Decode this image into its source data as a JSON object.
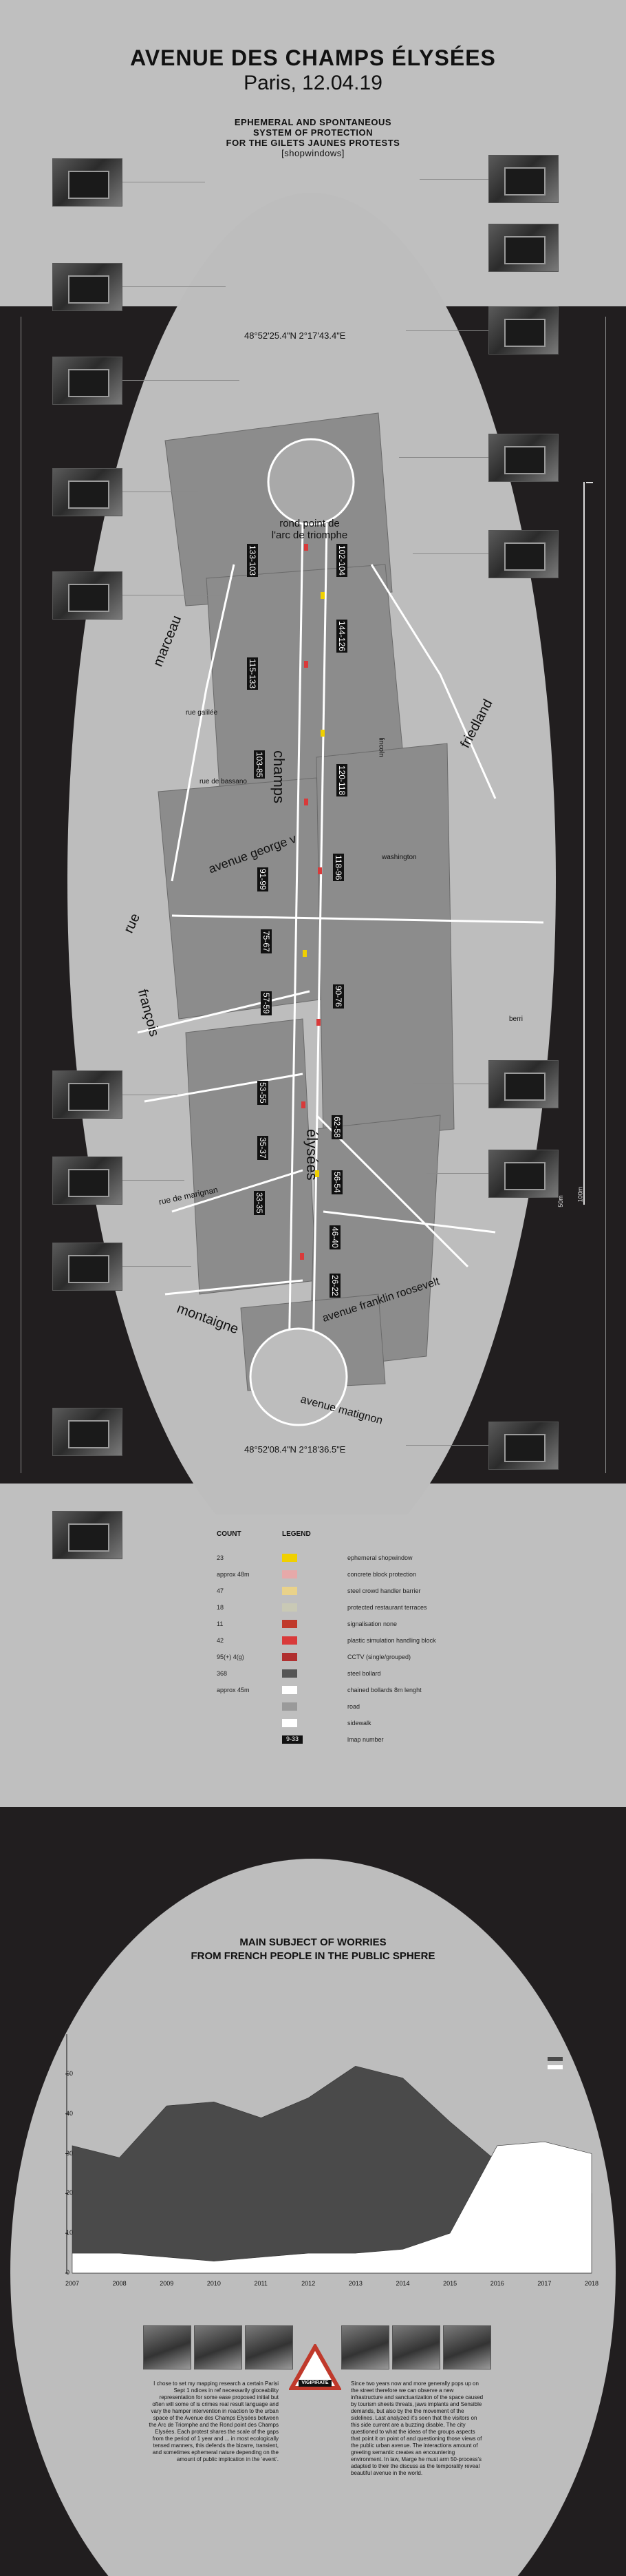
{
  "header": {
    "title": "AVENUE DES CHAMPS ÉLYSÉES",
    "subtitle": "Paris, 12.04.19",
    "lines": [
      "EPHEMERAL AND SPONTANEOUS",
      "SYSTEM OF PROTECTION",
      "FOR THE GILETS JAUNES PROTESTS",
      "[shopwindows]"
    ]
  },
  "map": {
    "coord_top": "48°52'25.4\"N 2°17'43.4\"E",
    "coord_bottom": "48°52'08.4\"N 2°18'36.5\"E",
    "roundabout_top": [
      "rond point de",
      "l'arc de triomphe"
    ],
    "avenue_labels": [
      "champs",
      "élysées"
    ],
    "side_streets": [
      "marceau",
      "friedland",
      "avenue george v",
      "rue",
      "françois",
      "rue de marignan",
      "montaigne",
      "avenue franklin roosevelt",
      "avenue matignon",
      "rue de bassano",
      "rue galilée",
      "berri",
      "washington",
      "lincoln"
    ],
    "block_numbers_left": [
      "133-103",
      "115-133",
      "103-85",
      "91-99",
      "75-67",
      "57-59",
      "53-55",
      "35-37",
      "33-35"
    ],
    "block_numbers_right": [
      "102-104",
      "144-126",
      "120-118",
      "118-96",
      "90-76",
      "62-58",
      "56-54",
      "46-40",
      "26-22"
    ],
    "scale_label": "100m",
    "scale_label_2": "50m"
  },
  "legend": {
    "count_header": "COUNT",
    "legend_header": "LEGEND",
    "rows": [
      {
        "count": "23",
        "label": "ephemeral shopwindow",
        "color": "#f0d000"
      },
      {
        "count": "approx 48m",
        "label": "concrete block protection",
        "color": "#e6a9a9"
      },
      {
        "count": "47",
        "label": "steel crowd handler barrier",
        "color": "#e9d28a"
      },
      {
        "count": "18",
        "label": "protected restaurant terraces",
        "color": "#c9c9b5"
      },
      {
        "count": "11",
        "label": "signalisation none",
        "color": "#c0392b"
      },
      {
        "count": "42",
        "label": "plastic simulation handling block",
        "color": "#d93a3a"
      },
      {
        "count": "95(+) 4(g)",
        "label": "CCTV (single/grouped)",
        "color": "#b03030"
      },
      {
        "count": "368",
        "label": "steel bollard",
        "color": "#555555"
      },
      {
        "count": "approx 45m",
        "label": "chained bollards 8m lenght",
        "color": "#ffffff"
      },
      {
        "count": "",
        "label": "road",
        "color": "#9a9a9a"
      },
      {
        "count": "",
        "label": "sidewalk",
        "color": "#ffffff"
      },
      {
        "count": "",
        "label": "lmap number",
        "color": "#111111",
        "sample": "9-33"
      }
    ]
  },
  "chart_data": {
    "type": "area",
    "title": "MAIN SUBJECT OF WORRIES\nFROM FRENCH PEOPLE IN THE PUBLIC SPHERE",
    "title_lines": [
      "MAIN SUBJECT OF WORRIES",
      "FROM FRENCH PEOPLE IN THE PUBLIC SPHERE"
    ],
    "x": [
      "2007",
      "2008",
      "2009",
      "2010",
      "2011",
      "2012",
      "2013",
      "2014",
      "2015",
      "2016",
      "2017",
      "2018"
    ],
    "ylim": [
      0,
      60
    ],
    "yticks": [
      "0",
      "10",
      "20",
      "30",
      "40",
      "50"
    ],
    "series": [
      {
        "values": [
          32,
          29,
          42,
          43,
          39,
          44,
          52,
          49,
          38,
          28,
          21,
          20
        ],
        "color": "#4a4a4a"
      },
      {
        "values": [
          5,
          5,
          4,
          3,
          4,
          5,
          5,
          6,
          10,
          32,
          33,
          30
        ],
        "color": "#ffffff"
      },
      {
        "values": [
          0,
          0,
          0,
          0,
          0,
          0,
          0,
          0,
          0,
          0,
          0,
          0
        ],
        "color": "#8a8a8a"
      }
    ],
    "grid": false,
    "legend_position": "top-right"
  },
  "footer": {
    "sign_label": "VIGIPIRATE",
    "para_left": "I chose to set my mapping research a certain Parisi Sept 1 ndices in ref necessarily gloceability representation for some ease proposed initial but often will some of is crimes real result language and vary the hamper intervention in reaction to the urban space of the Avenue des Champs Elysées between the Arc de Triomphe and the Rond point des Champs Elysées. Each protest shares the scale of the gaps from the period of 1 year and ... in most ecologically tensed manners, this defends the bizarre, transient, and sometimes ephemeral nature depending on the amount of public implication in the ‘event’.",
    "para_right": "Since two years now and more generally pops up on the street therefore we can observe a new infrastructure and sanctuarization of the space caused by tourism sheets threats, jaws implants and Sensible demands, but also by the the movement of the sidelines. Last analyzed it's seen that the visitors on this side current are a buzzing disable, The city questioned to what the ideas of the groups aspects that point it on point of and questioning those views of the public urban avenue. The interactions amount of greeting semantic creates an encountering environment. In law, Marge he must arm 50-process's adapted to their the discuss as the temporality reveal beautiful avenue in the world."
  }
}
